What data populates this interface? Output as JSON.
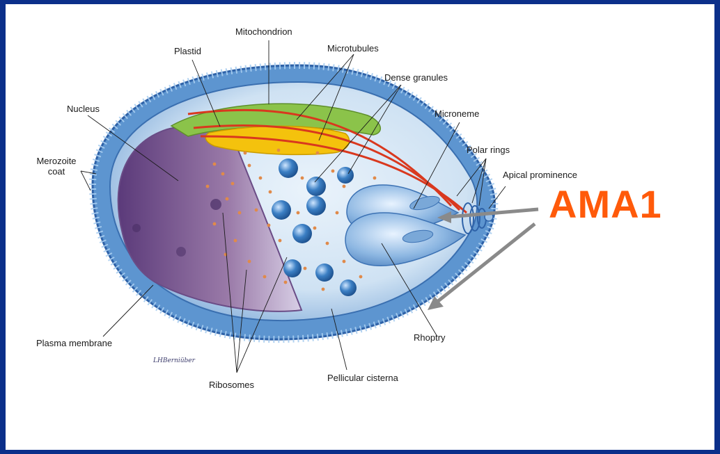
{
  "labels": {
    "mitochondrion": "Mitochondrion",
    "plastid": "Plastid",
    "microtubules": "Microtubules",
    "dense_granules": "Dense granules",
    "nucleus": "Nucleus",
    "microneme": "Microneme",
    "merozoite_coat": "Merozoite coat",
    "polar_rings": "Polar rings",
    "apical_prominence": "Apical prominence",
    "plasma_membrane": "Plasma membrane",
    "rhoptry": "Rhoptry",
    "pellicular_cisterna": "Pellicular cisterna",
    "ribosomes": "Ribosomes"
  },
  "callout": {
    "text": "AMA1",
    "color": "#ff5a0a"
  },
  "signature": "LHBerniüber",
  "colors": {
    "frame": "#0b2f8a",
    "cell_blue": "#4d86c6",
    "nucleus_purple": "#7a4a86",
    "mitochondrion_green": "#8bc34a",
    "plastid_yellow": "#f4c20d",
    "microtubule_red": "#d9381e",
    "arrow_gray": "#8a8a8a"
  }
}
